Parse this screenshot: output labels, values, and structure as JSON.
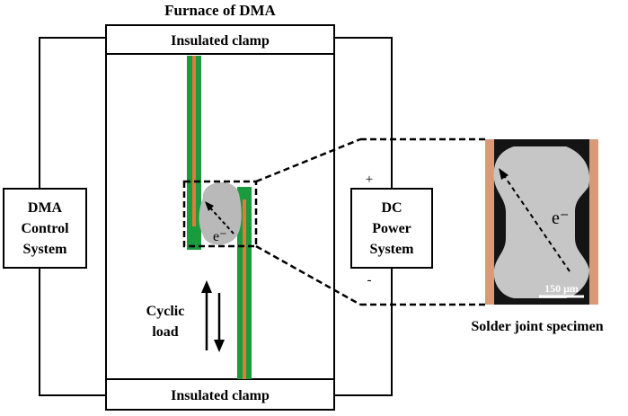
{
  "title": "Furnace of DMA",
  "clamp_top": "Insulated clamp",
  "clamp_bottom": "Insulated clamp",
  "dma_control": [
    "DMA",
    "Control",
    "System"
  ],
  "dc_power": [
    "DC",
    "Power",
    "System"
  ],
  "polarity": {
    "plus": "+",
    "minus": "-"
  },
  "electron_label": "e⁻",
  "cyclic_load": [
    "Cyclic",
    "load"
  ],
  "specimen_caption": "Solder joint specimen",
  "scale_bar": "150 μm",
  "colors": {
    "copper_green": "#1a9b3d",
    "copper_orange": "#e07b39",
    "solder_gray": "#b9b9b9",
    "micrograph_bg": "#141414",
    "micrograph_copper": "#d99a7a"
  }
}
